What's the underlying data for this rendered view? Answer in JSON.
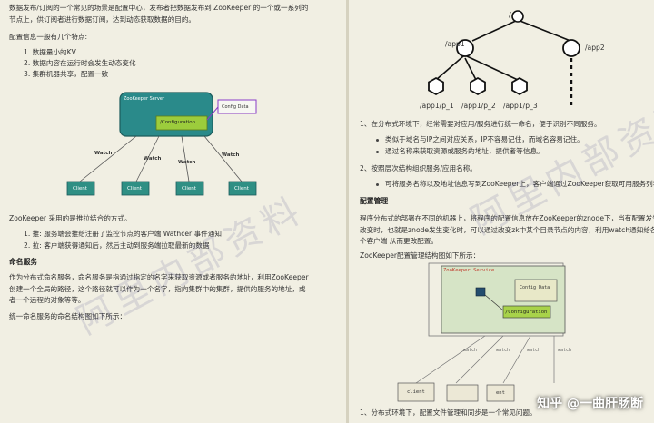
{
  "left": {
    "intro_line1": "数据发布/订阅的一个常见的场景是配置中心，发布者把数据发布到 ZooKeeper 的一个或一系列的",
    "intro_line2": "节点上，供订阅者进行数据订阅，达到动态获取数据的目的。",
    "config_features_heading": "配置信息一般有几个特点:",
    "features": [
      "1. 数据量小的KV",
      "2. 数据内容在运行时会发生动态变化",
      "3. 集群机器共享，配置一致"
    ],
    "diagram1": {
      "server_label": "ZooKeeper Server",
      "config_data": "Config Data",
      "config_node": "/Configuration",
      "watch_label": "Watch",
      "client_label": "Client"
    },
    "push_pull": "ZooKeeper 采用的是推拉结合的方式。",
    "push_pull_items": [
      "1. 推: 服务端会推给注册了监控节点的客户端 Wathcer 事件通知",
      "2. 拉: 客户端获得通知后，然后主动到服务端拉取最新的数据"
    ],
    "naming_heading": "命名服务",
    "naming_line1": "作为分布式命名服务，命名服务是指通过指定的名字来获取资源或者服务的地址，利用ZooKeeper",
    "naming_line2": "创建一个全局的路径，这个路径就可以作为一个名字，指向集群中的集群，提供的服务的地址，或",
    "naming_line3": "者一个远程的对象等等。",
    "naming_diagram_intro": "统一命名服务的命名结构图如下所示："
  },
  "right": {
    "tree": {
      "root": "/",
      "app1": "/app1",
      "app2": "/app2",
      "leaves": [
        "/app1/p_1",
        "/app1/p_2",
        "/app1/p_3"
      ]
    },
    "point1": "1、在分布式环境下，经常需要对应用/服务进行统一命名，便于识别不同服务。",
    "bullets1": [
      "类似于域名与IP之间对应关系，IP不容易记住，而域名容易记住。",
      "通过名称来获取资源或服务的地址，提供者等信息。"
    ],
    "point2": "2、按照层次结构组织服务/应用名称。",
    "bullets2": [
      "可将服务名称以及地址信息写到ZooKeeper上，客户端通过ZooKeeper获取可用服务列表类。"
    ],
    "config_heading": "配置管理",
    "config_p1": "程序分布式的部署在不同的机器上，将程序的配置信息放在ZooKeeper的znode下，当有配置发生",
    "config_p2": "改变时，也就是znode发生变化时，可以通过改变zk中某个目录节点的内容，利用watch通知给各",
    "config_p3": "个客户端 从而更改配置。",
    "config_diagram_intro": "ZooKeeper配置管理结构图如下所示：",
    "diagram2": {
      "server_label": "ZooKeeper Service",
      "config_data": "Config Data",
      "config_node": "/Configuration",
      "watch_label": "watch",
      "client_label": "client",
      "client_partial": "ent"
    },
    "point_last": "1、分布式环境下，配置文件管理和同步是一个常见问题。"
  },
  "watermark": {
    "left": "阿里内部资料",
    "right": "阿里内部资料"
  },
  "brand": "知乎 @一曲肝肠断",
  "colors": {
    "server_fill": "#2a8a8a",
    "config_node_fill": "#9ccc3c",
    "client_fill": "#2f8f84",
    "accent_purple": "#8a3cc8",
    "zk_service_fill": "#d6e4c6",
    "zk_service_title": "#c0392b"
  }
}
